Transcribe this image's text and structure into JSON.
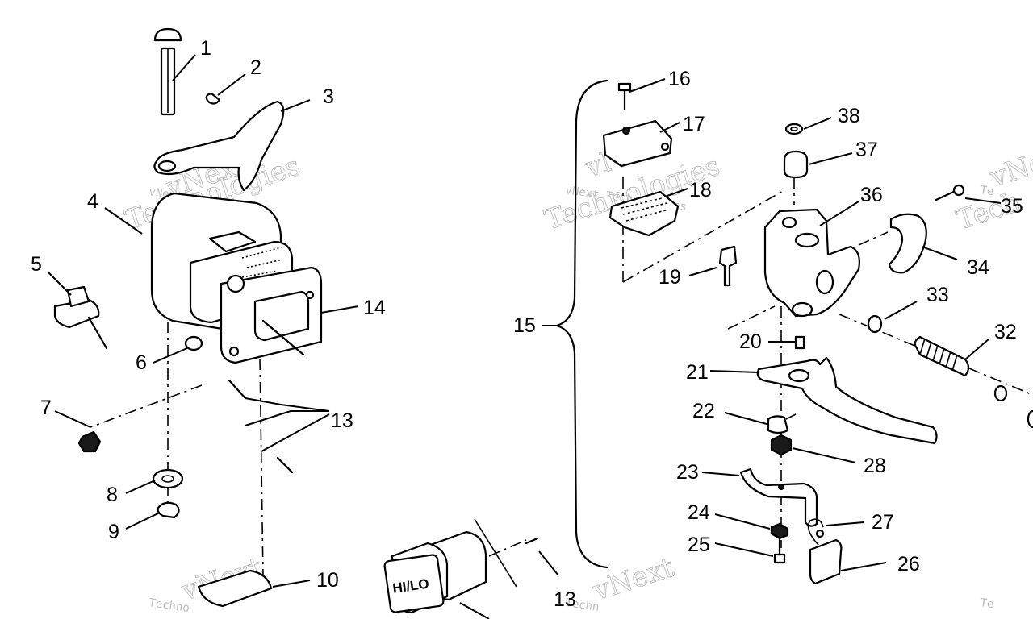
{
  "callouts": [
    "1",
    "2",
    "3",
    "4",
    "5",
    "6",
    "7",
    "8",
    "9",
    "10",
    "13",
    "13",
    "14",
    "15",
    "16",
    "17",
    "18",
    "19",
    "20",
    "21",
    "22",
    "23",
    "24",
    "25",
    "26",
    "27",
    "28",
    "32",
    "33",
    "34",
    "35",
    "36",
    "37",
    "38"
  ],
  "switch_label": "HI/LO",
  "watermarks": {
    "script": "vNext",
    "outline": "Technologies",
    "caption": "vNext Technologies",
    "cut": [
      "Te",
      "Tech",
      "Techno",
      "Techn"
    ]
  }
}
